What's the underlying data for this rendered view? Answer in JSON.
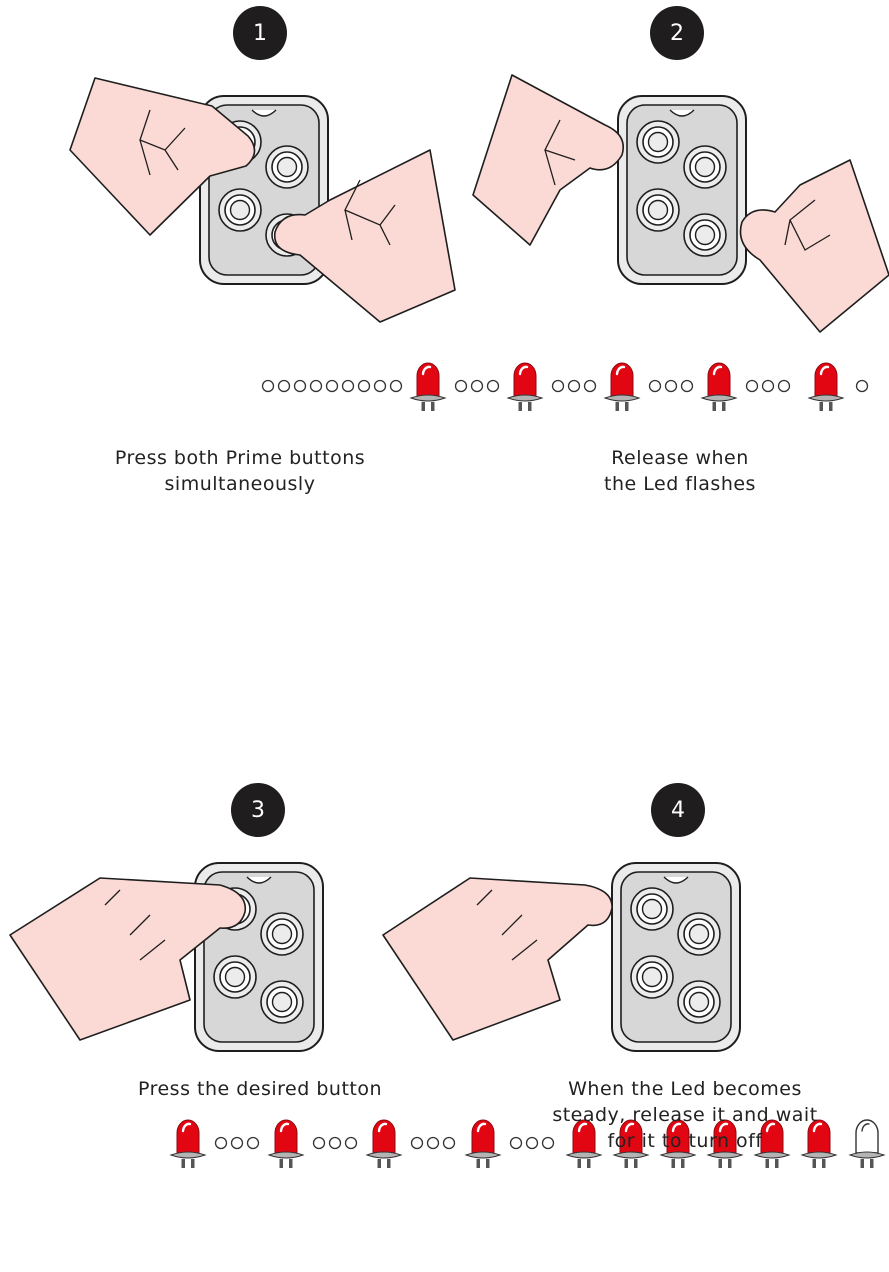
{
  "steps": [
    {
      "number": "1",
      "caption_lines": [
        "Press both Prime buttons",
        "simultaneously"
      ]
    },
    {
      "number": "2",
      "caption_lines": [
        "Release when",
        "the Led flashes"
      ]
    },
    {
      "number": "3",
      "caption_lines": [
        "Press the desired button"
      ]
    },
    {
      "number": "4",
      "caption_lines": [
        "When the Led becomes",
        "steady, release it and wait",
        "for it to turn off"
      ]
    }
  ],
  "colors": {
    "led_red": "#e20613",
    "skin": "#fbd9d4",
    "remote_body": "#d9d9d9",
    "badge": "#1f1d1e"
  },
  "icons": [
    "remote-control-icon",
    "hand-icon",
    "led-icon",
    "led-off-icon"
  ]
}
